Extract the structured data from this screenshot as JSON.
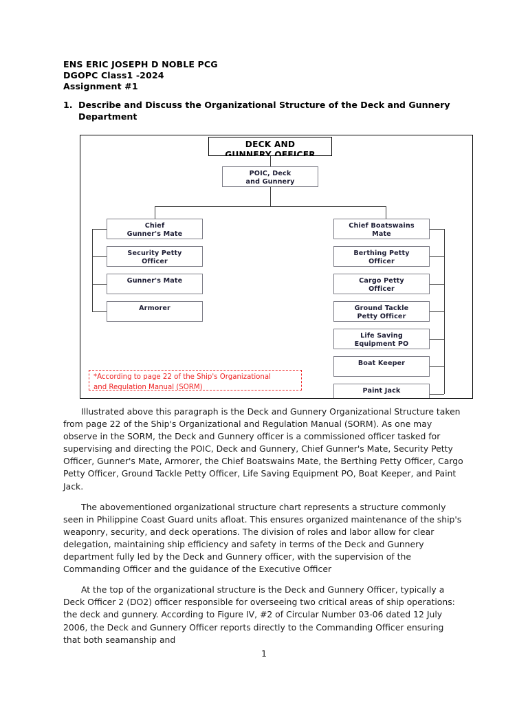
{
  "document": {
    "header_lines": [
      "ENS ERIC JOSEPH D NOBLE PCG",
      "DGOPC Class1 -2024",
      "Assignment #1"
    ],
    "heading": {
      "number": "1.",
      "text": "Describe and Discuss the Organizational Structure of the Deck and Gunnery Department"
    },
    "page_number": "1"
  },
  "org_chart": {
    "root": {
      "label": "DECK AND\nGUNNERY OFFICER"
    },
    "second_level": {
      "label": "POIC, Deck\nand Gunnery"
    },
    "left_branch": [
      {
        "label": "Chief\nGunner's Mate"
      },
      {
        "label": "Security Petty\nOfficer"
      },
      {
        "label": "Gunner's Mate"
      },
      {
        "label": "Armorer"
      }
    ],
    "right_branch": [
      {
        "label": "Chief Boatswains\nMate"
      },
      {
        "label": "Berthing Petty\nOfficer"
      },
      {
        "label": "Cargo Petty\nOfficer"
      },
      {
        "label": "Ground Tackle\nPetty Officer"
      },
      {
        "label": "Life Saving\nEquipment PO"
      },
      {
        "label": "Boat Keeper"
      },
      {
        "label": "Paint Jack"
      }
    ],
    "annotation": {
      "text": "*According to page 22 of the Ship's Organizational\nand Regulation Manual (SORM)",
      "color": "#ee2222"
    }
  },
  "body": {
    "paragraphs": [
      "Illustrated above this paragraph is the Deck and Gunnery Organizational Structure taken from page 22 of the Ship's Organizational and Regulation Manual (SORM). As one may observe in the SORM, the Deck and Gunnery officer is a commissioned officer tasked for supervising and directing the POIC, Deck and Gunnery, Chief Gunner's Mate, Security Petty Officer, Gunner's Mate, Armorer, the Chief Boatswains Mate, the Berthing Petty Officer, Cargo Petty Officer, Ground Tackle Petty Officer, Life Saving Equipment PO, Boat Keeper, and Paint Jack.",
      "The abovementioned organizational structure chart represents a structure commonly seen in Philippine Coast Guard units afloat. This ensures organized maintenance of the ship's weaponry, security, and deck operations. The division of roles and labor allow for clear delegation, maintaining ship efficiency and safety in terms of the Deck and Gunnery department fully led by the Deck and Gunnery officer, with the supervision of the Commanding Officer and the guidance of the Executive Officer",
      "At the top of the organizational structure is the Deck and Gunnery Officer, typically a Deck Officer 2 (DO2) officer responsible for overseeing two critical areas of ship operations: the deck and gunnery. According to Figure IV, #2 of Circular Number 03-06 dated 12 July 2006, the Deck and Gunnery Officer reports directly to the Commanding Officer ensuring that both seamanship and"
    ]
  }
}
